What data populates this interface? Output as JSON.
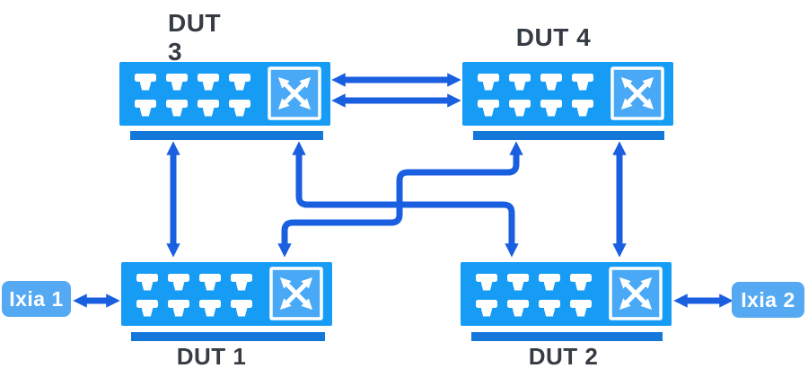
{
  "diagram": {
    "type": "network-test-topology",
    "devices": {
      "dut3": {
        "label": "DUT 3",
        "kind": "switch",
        "ports": 8,
        "fabric_icon": "crossbar-switch-icon"
      },
      "dut4": {
        "label": "DUT 4",
        "kind": "switch",
        "ports": 8,
        "fabric_icon": "crossbar-switch-icon"
      },
      "dut1": {
        "label": "DUT 1",
        "kind": "switch",
        "ports": 8,
        "fabric_icon": "crossbar-switch-icon"
      },
      "dut2": {
        "label": "DUT 2",
        "kind": "switch",
        "ports": 8,
        "fabric_icon": "crossbar-switch-icon"
      },
      "ixia1": {
        "label": "Ixia 1",
        "kind": "traffic-generator"
      },
      "ixia2": {
        "label": "Ixia 2",
        "kind": "traffic-generator"
      }
    },
    "connections": [
      {
        "from": "DUT 3",
        "to": "DUT 4",
        "bidirectional": true,
        "links": 2,
        "style": "two-parallel-horizontal-arrows"
      },
      {
        "from": "DUT 3",
        "to": "DUT 1",
        "bidirectional": true,
        "style": "vertical-arrow"
      },
      {
        "from": "DUT 4",
        "to": "DUT 2",
        "bidirectional": true,
        "style": "vertical-arrow"
      },
      {
        "from": "DUT 3",
        "to": "DUT 2",
        "bidirectional": true,
        "style": "bent-crossing-arrow"
      },
      {
        "from": "DUT 4",
        "to": "DUT 1",
        "bidirectional": true,
        "style": "bent-crossing-arrow"
      },
      {
        "from": "Ixia 1",
        "to": "DUT 1",
        "bidirectional": true,
        "style": "horizontal-arrow"
      },
      {
        "from": "Ixia 2",
        "to": "DUT 2",
        "bidirectional": true,
        "style": "horizontal-arrow"
      }
    ]
  },
  "colors": {
    "switch_fill": "#169CF5",
    "icon_inner": "#49A9F7",
    "shadow_bar": "#1478DB",
    "arrow": "#1A5FE0",
    "ixia_fill": "#55A9F3",
    "label_text": "#363B44",
    "background": "#FFFFFF"
  }
}
